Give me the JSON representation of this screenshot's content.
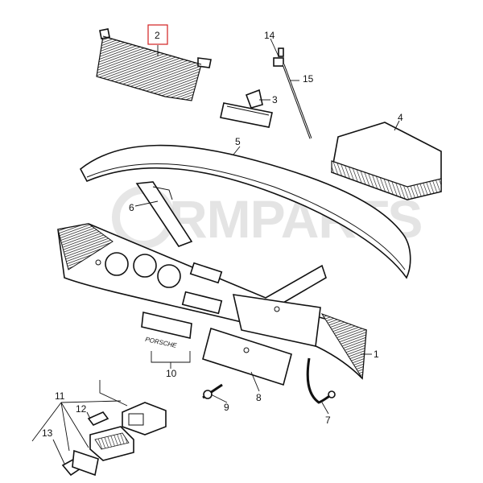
{
  "watermark": {
    "text": "RMPARTS",
    "color": "#c8c8c8"
  },
  "highlight": {
    "callout": "2",
    "color": "#d32020"
  },
  "callouts": {
    "c1": "1",
    "c2": "2",
    "c3": "3",
    "c4": "4",
    "c5": "5",
    "c6": "6",
    "c7": "7",
    "c8": "8",
    "c9": "9",
    "c10": "10",
    "c11": "11",
    "c12": "12",
    "c13": "13",
    "c14": "14",
    "c15": "15"
  },
  "badge_text": "PORSCHE"
}
